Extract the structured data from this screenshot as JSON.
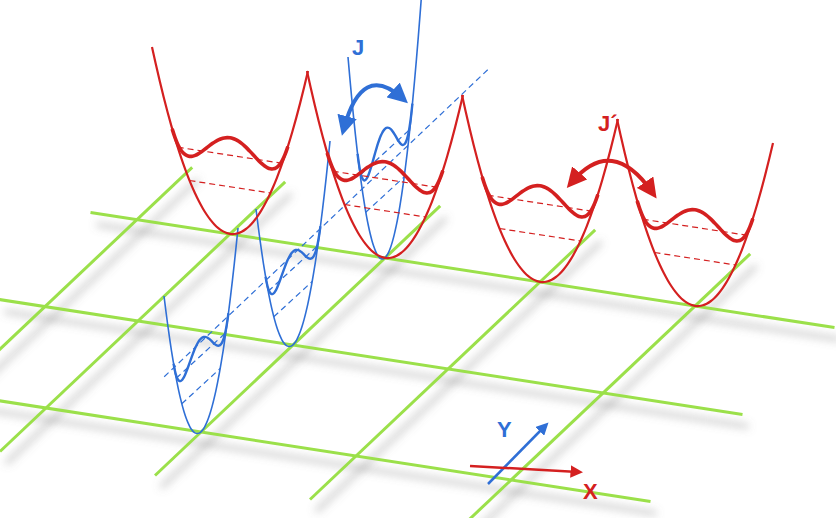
{
  "diagram": {
    "labels": [
      "J",
      "J´",
      "Y",
      "X"
    ]
  }
}
